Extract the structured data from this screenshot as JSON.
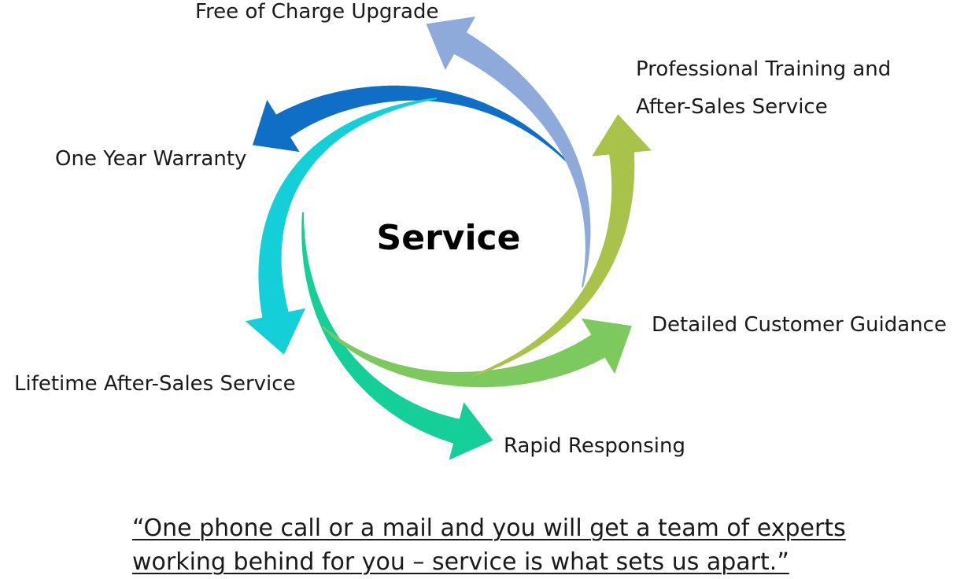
{
  "center": "Service",
  "labels": {
    "free_upgrade": "Free of Charge Upgrade",
    "training_line1": "Professional Training and",
    "training_line2": "After-Sales Service",
    "guidance": "Detailed Customer Guidance",
    "rapid": "Rapid Responsing",
    "lifetime": "Lifetime After-Sales Service",
    "warranty": "One Year Warranty"
  },
  "quote": {
    "line1": "“One phone call or a mail and you will get a team of experts",
    "line2": "working behind for you – service is what sets us apart.”"
  },
  "colors": {
    "free_upgrade": "#8eaadb",
    "training": "#a9c24a",
    "guidance": "#7cca5e",
    "rapid": "#14cf98",
    "lifetime": "#12cfd8",
    "warranty": "#0f6fc7"
  }
}
